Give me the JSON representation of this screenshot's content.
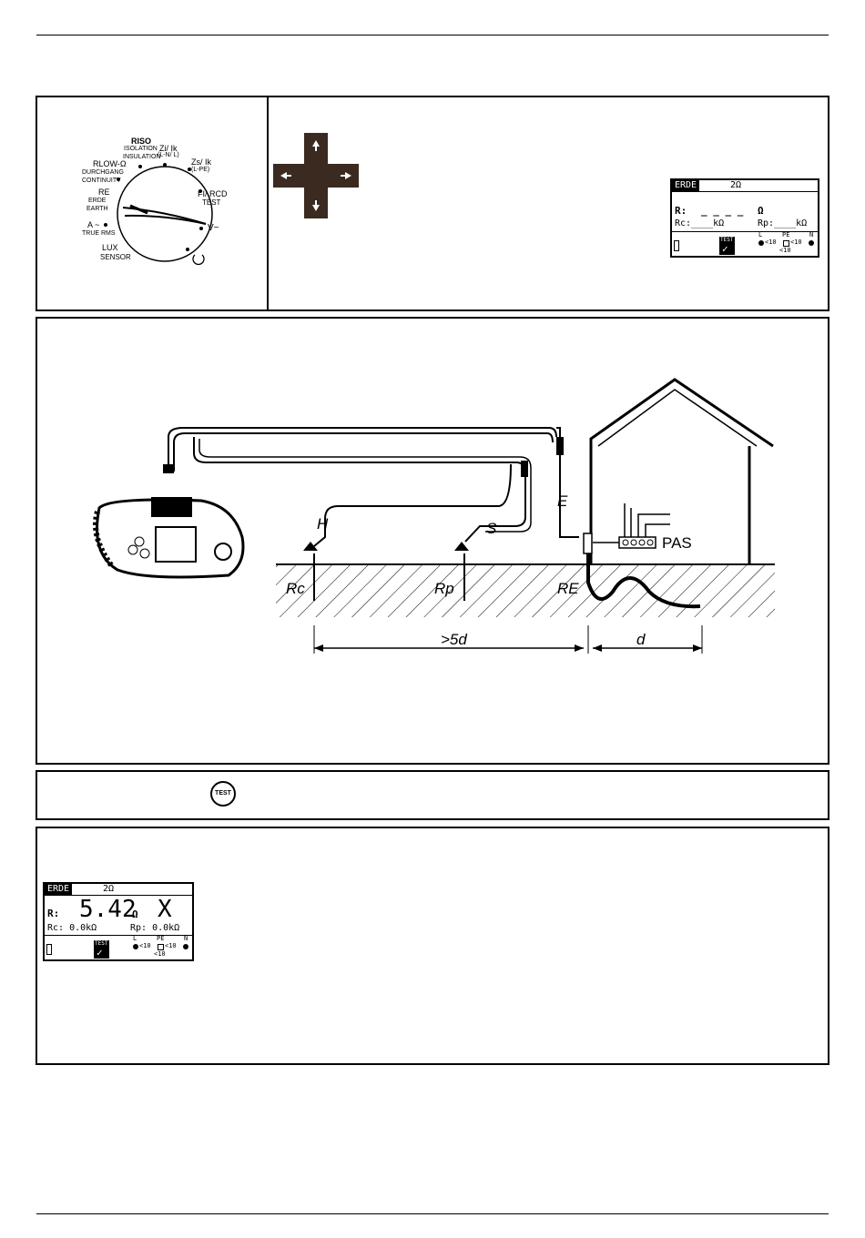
{
  "selector": {
    "labels": {
      "riso": "RISO",
      "isolation": "ISOLATION",
      "insulation": "INSULATION",
      "zi": "Zi/ Ik",
      "zi_sub": "(L-N/ L)",
      "zs": "Zs/ Ik",
      "zs_sub": "(L-PE)",
      "rlow": "RLOW-Ω",
      "durchgang": "DURCHGANG",
      "continuity": "CONTINUITY",
      "re": "RE",
      "erde": "ERDE",
      "earth": "EARTH",
      "rcd": "FI/ RCD",
      "rcd_test": "TEST",
      "v": "V~",
      "a": "A ~",
      "true_rms": "TRUE RMS",
      "lux": "LUX",
      "sensor": "SENSOR"
    }
  },
  "lcd_initial": {
    "function": "ERDE",
    "limit": "2Ω",
    "r_label": "R:",
    "r_value": "_ _ _ _",
    "r_unit": "Ω",
    "rc_text": "Rc:____kΩ",
    "rp_text": "Rp:____kΩ",
    "test_label": "TEST",
    "l": "L",
    "pe": "PE",
    "n": "N",
    "lt10_a": "<10",
    "lt10_b": "<10",
    "lt10_c": "<10"
  },
  "diagram": {
    "h": "H",
    "s": "S",
    "e": "E",
    "pas": "PAS",
    "rc": "Rc",
    "rp": "Rp",
    "re": "RE",
    "dist_5d": ">5d",
    "dist_d": "d"
  },
  "test_key": {
    "label": "TEST"
  },
  "lcd_result": {
    "function": "ERDE",
    "limit": "2Ω",
    "r_label": "R:",
    "r_value": "5.42",
    "r_unit": "Ω",
    "status": "X",
    "rc_text": "Rc: 0.0kΩ",
    "rp_text": "Rp: 0.0kΩ",
    "test_label": "TEST",
    "l": "L",
    "pe": "PE",
    "n": "N",
    "lt10_a": "<10",
    "lt10_b": "<10",
    "lt10_c": "<10"
  }
}
